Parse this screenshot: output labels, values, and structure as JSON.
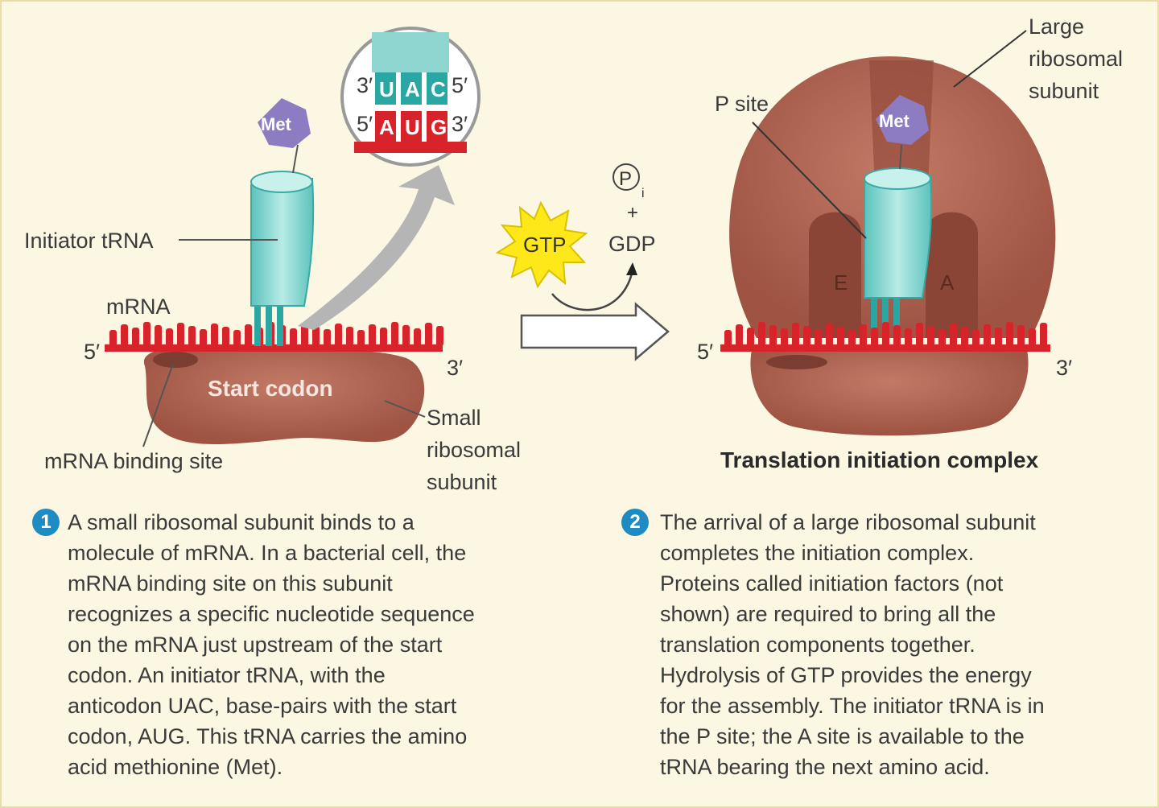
{
  "left_panel": {
    "met_label": "Met",
    "initiator_trna_label": "Initiator tRNA",
    "mrna_label": "mRNA",
    "five_prime": "5′",
    "three_prime": "3′",
    "start_codon_label": "Start codon",
    "mrna_binding_site_label": "mRNA binding site",
    "small_subunit_label_1": "Small",
    "small_subunit_label_2": "ribosomal",
    "small_subunit_label_3": "subunit",
    "inset": {
      "top_left": "3′",
      "top_right": "5′",
      "bottom_left": "5′",
      "bottom_right": "3′",
      "anticodon": [
        "U",
        "A",
        "C"
      ],
      "codon": [
        "A",
        "U",
        "G"
      ]
    }
  },
  "middle": {
    "gtp_label": "GTP",
    "pi_label": "P",
    "pi_sub": "i",
    "plus": "+",
    "gdp_label": "GDP"
  },
  "right_panel": {
    "large_subunit_label_1": "Large",
    "large_subunit_label_2": "ribosomal",
    "large_subunit_label_3": "subunit",
    "p_site_label": "P site",
    "met_label": "Met",
    "e_label": "E",
    "a_label": "A",
    "five_prime": "5′",
    "three_prime": "3′",
    "title": "Translation initiation complex"
  },
  "steps": [
    {
      "number": "1",
      "lines": [
        "A small ribosomal subunit binds to a",
        "molecule of mRNA. In a bacterial cell, the",
        "mRNA binding site on this subunit",
        "recognizes a specific nucleotide sequence",
        "on the mRNA just upstream of the start",
        "codon. An initiator tRNA, with the",
        "anticodon UAC, base-pairs with the start",
        "codon, AUG. This tRNA carries the amino",
        "acid methionine (Met)."
      ]
    },
    {
      "number": "2",
      "lines": [
        "The arrival of a large ribosomal subunit",
        "completes the initiation complex.",
        "Proteins called initiation factors (not",
        "shown) are required to bring all the",
        "translation components together.",
        "Hydrolysis of GTP provides the energy",
        "for the assembly. The initiator tRNA is in",
        "the P site; the A site is available to the",
        "tRNA bearing the next amino acid."
      ]
    }
  ],
  "colors": {
    "ribosome": "#b0604e",
    "ribosome_dark": "#8a4536",
    "trna": "#8fd6d0",
    "trna_stem": "#2aa7a2",
    "mrna": "#d8232a",
    "met": "#8e7cc3",
    "gtp": "#ffe81a",
    "step_badge": "#1e8bc3"
  }
}
